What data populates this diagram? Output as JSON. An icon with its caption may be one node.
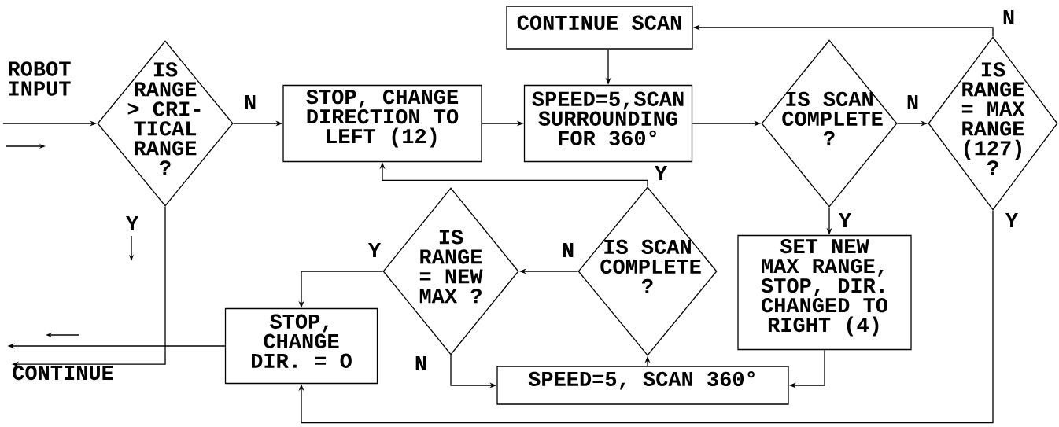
{
  "diagram": {
    "nodes": [
      {
        "text": [
          "ROBOT INPUT"
        ]
      },
      {
        "text": [
          "IS RANGE > CRI- TICAL RANGE ?"
        ]
      },
      {
        "text": [
          "STOP, CHANGE DIRECTION TO LEFT (12)"
        ]
      },
      {
        "text": [
          "CONTINUE SCAN"
        ]
      },
      {
        "text": [
          "SPEED=5,SCAN SURROUNDING FOR 360°"
        ]
      },
      {
        "text": [
          "IS SCAN COMPLETE ?"
        ]
      },
      {
        "text": [
          "IS RANGE = MAX RANGE (127) ?"
        ]
      },
      {
        "text": [
          "IS RANGE = NEW MAX ?"
        ]
      },
      {
        "text": [
          "IS SCAN COMPLETE ?"
        ]
      },
      {
        "text": [
          "SET NEW MAX RANGE, STOP, DIR. CHANGED TO RIGHT (4)"
        ]
      },
      {
        "text": [
          "STOP, CHANGE DIR. = O"
        ]
      },
      {
        "text": [
          "SPEED=5, SCAN 360°"
        ]
      },
      {
        "text": [
          "CONTINUE"
        ]
      }
    ],
    "edges": [
      {
        "from": 0,
        "to": 1,
        "arrow": "to"
      },
      {
        "from": 1,
        "to": 2,
        "arrow": "to",
        "label": "N"
      },
      {
        "from": 2,
        "to": 4,
        "arrow": "to"
      },
      {
        "from": 3,
        "to": 4,
        "arrow": "to"
      },
      {
        "from": 4,
        "to": 5,
        "arrow": "to"
      },
      {
        "from": 5,
        "to": 6,
        "arrow": "to",
        "label": "N"
      },
      {
        "from": 6,
        "to": 3,
        "arrow": "to",
        "label": "N"
      },
      {
        "from": 5,
        "to": 9,
        "arrow": "to",
        "label": "Y"
      },
      {
        "from": 9,
        "to": 11,
        "arrow": "to"
      },
      {
        "from": 11,
        "to": 8,
        "arrow": "to"
      },
      {
        "from": 8,
        "to": 7,
        "arrow": "to",
        "label": "N"
      },
      {
        "from": 8,
        "to": 2,
        "arrow": "to",
        "label": "Y"
      },
      {
        "from": 7,
        "to": 10,
        "arrow": "to",
        "label": "Y"
      },
      {
        "from": 7,
        "to": 11,
        "arrow": "to",
        "label": "N"
      },
      {
        "from": 6,
        "to": 10,
        "arrow": "to",
        "label": "Y"
      },
      {
        "from": 10,
        "to": 12,
        "arrow": "to"
      },
      {
        "from": 1,
        "to": 12,
        "arrow": "to",
        "label": "Y"
      }
    ]
  }
}
